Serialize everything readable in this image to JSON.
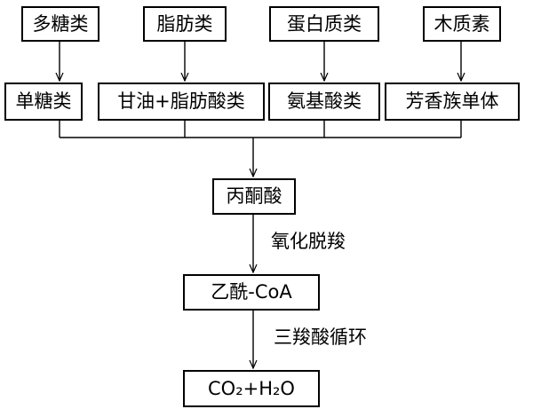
{
  "sources": [
    "多糖类",
    "脂肪类",
    "蛋白质类",
    "木质素"
  ],
  "intermediates": [
    "单糖类",
    "甘油+脂肪酸类",
    "氨基酸类",
    "芳香族单体"
  ],
  "pyruvate": "丙酮酸",
  "step1_label": "氧化脱羧",
  "acetyl_coa": "乙酰-CoA",
  "step2_label": "三羧酸循环",
  "products": "CO₂+H₂O",
  "colors": {
    "stroke": "#000000",
    "background": "#ffffff"
  }
}
